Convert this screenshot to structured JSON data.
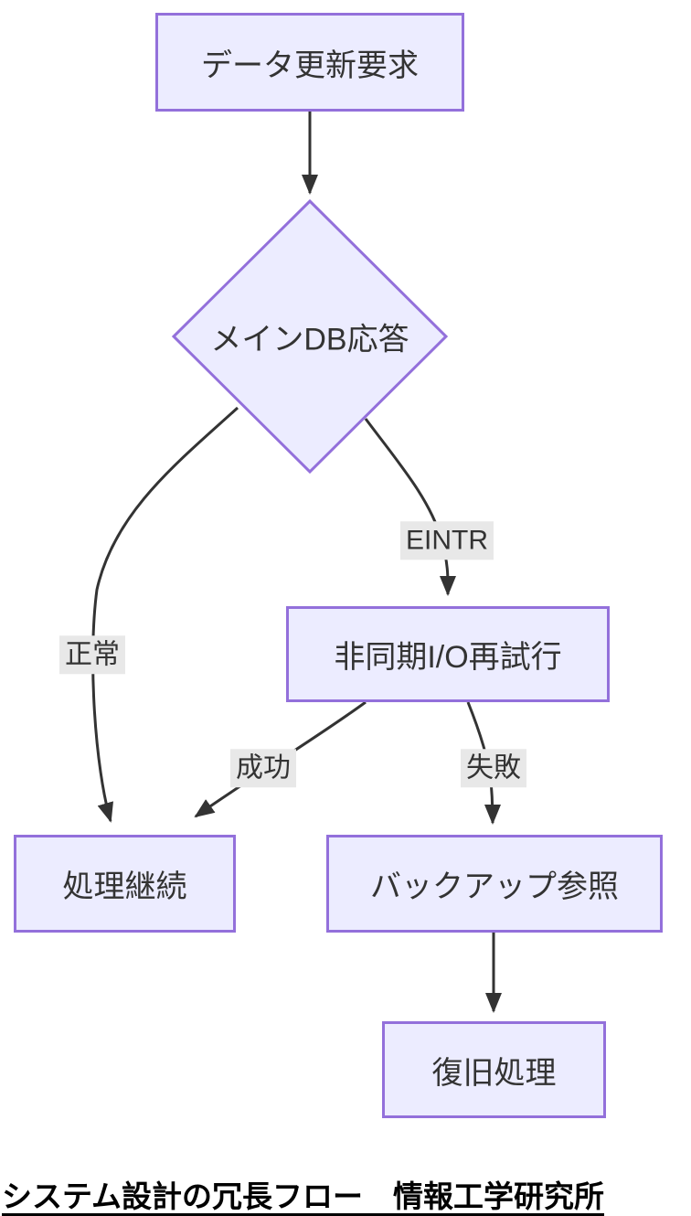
{
  "diagram": {
    "type": "flowchart",
    "nodes": {
      "request": {
        "label": "データ更新要求",
        "shape": "rect"
      },
      "decision": {
        "label": "メインDB応答",
        "shape": "diamond"
      },
      "retry": {
        "label": "非同期I/O再試行",
        "shape": "rect"
      },
      "continue": {
        "label": "処理継続",
        "shape": "rect"
      },
      "backup": {
        "label": "バックアップ参照",
        "shape": "rect"
      },
      "recovery": {
        "label": "復旧処理",
        "shape": "rect"
      }
    },
    "edges": [
      {
        "from": "request",
        "to": "decision",
        "label": ""
      },
      {
        "from": "decision",
        "to": "continue",
        "label": "正常"
      },
      {
        "from": "decision",
        "to": "retry",
        "label": "EINTR"
      },
      {
        "from": "retry",
        "to": "continue",
        "label": "成功"
      },
      {
        "from": "retry",
        "to": "backup",
        "label": "失敗"
      },
      {
        "from": "backup",
        "to": "recovery",
        "label": ""
      }
    ],
    "edge_labels": {
      "normal": "正常",
      "eintr": "EINTR",
      "success": "成功",
      "failure": "失敗"
    },
    "caption": "システム設計の冗長フロー　情報工学研究所",
    "colors": {
      "node_fill": "#ECECFF",
      "node_border": "#9370DB",
      "edge_stroke": "#333333",
      "edge_label_bg": "#e8e8e8",
      "node_text": "#333333",
      "caption_text": "#000000",
      "background": "#ffffff"
    }
  }
}
